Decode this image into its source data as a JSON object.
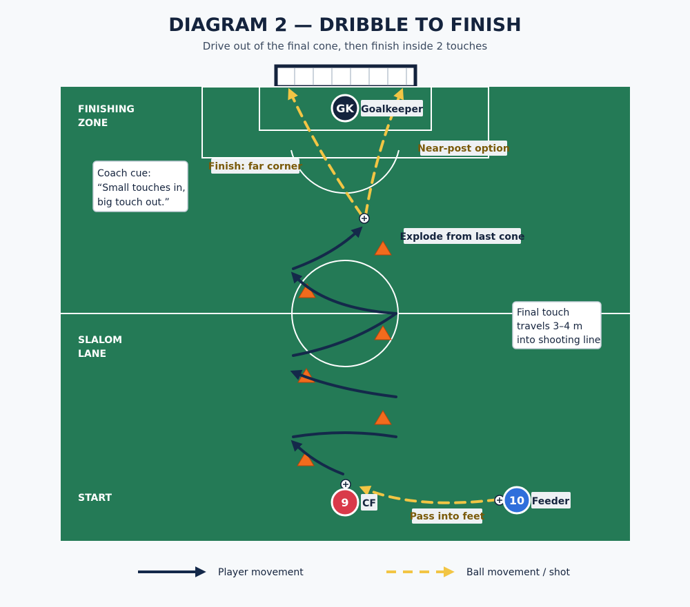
{
  "title": "DIAGRAM 2 — DRIBBLE TO FINISH",
  "subtitle": "Drive out of the final cone, then finish inside 2 touches",
  "zones": {
    "finishing_line1": "FINISHING",
    "finishing_line2": "ZONE",
    "slalom_line1": "SLALOM",
    "slalom_line2": "LANE",
    "start": "START"
  },
  "players": {
    "goalkeeper": {
      "number": "GK",
      "label": "Goalkeeper",
      "color": "#14233d"
    },
    "striker": {
      "number": "9",
      "label": "CF",
      "color": "#d93a4a"
    },
    "feeder": {
      "number": "10",
      "label": "Feeder",
      "color": "#2f6fdb"
    }
  },
  "labels": {
    "far_corner": "Finish: far corner",
    "near_post": "Near-post option",
    "explode": "Explode from last cone",
    "pass": "Pass into feet"
  },
  "notes": {
    "coach": [
      "Coach cue:",
      "“Small touches in,",
      "big touch out.”"
    ],
    "final_touch": [
      "Final touch",
      "travels 3–4 m",
      "into shooting line"
    ]
  },
  "legend": {
    "player_movement": "Player movement",
    "ball_movement": "Ball movement / shot"
  },
  "colors": {
    "pitch": "#247a56",
    "player_path": "#14294a",
    "ball_path": "#f2c544",
    "cone": "#f26b1d",
    "label_gold": "#7a5a0a"
  }
}
